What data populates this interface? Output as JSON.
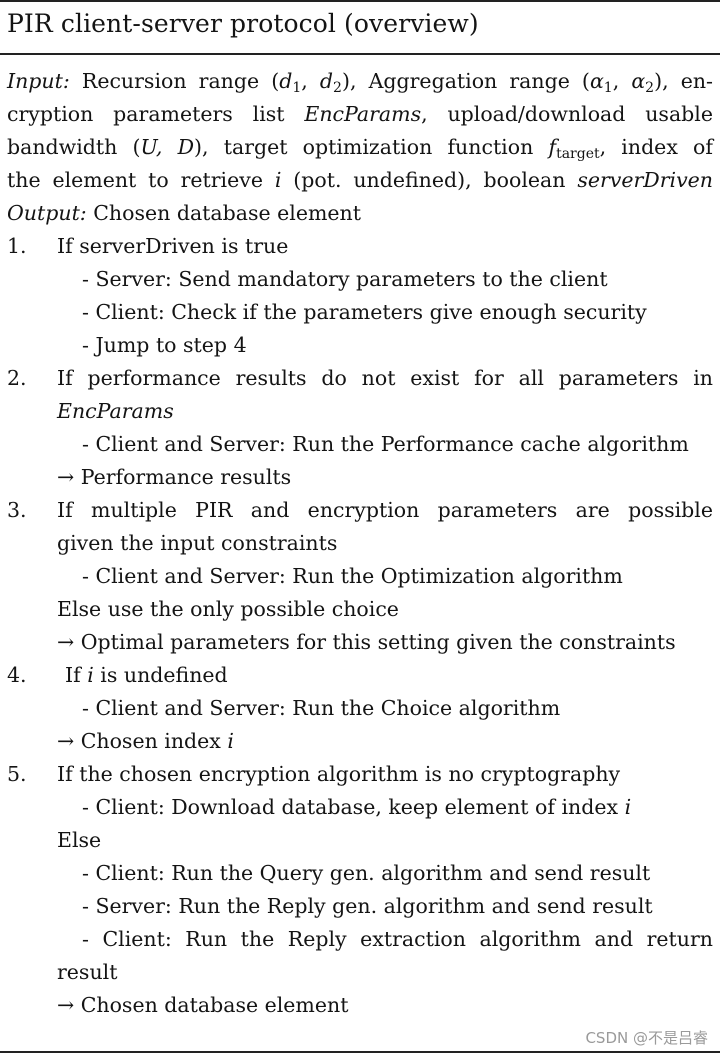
{
  "title": "PIR client-server protocol (overview)",
  "header": {
    "line1": "Input: Recursion range (d1, d2), Aggregation range (α1, α2), en-",
    "line2": "cryption parameters list EncParams, upload/download usable",
    "line3": "bandwidth (U, D), target optimization function ftarget, index of",
    "line4": "the element to retrieve i (pot. undefined), boolean serverDriven",
    "line5": "Output: Chosen database element"
  },
  "steps": [
    {
      "number": "1.",
      "lines": [
        "If serverDriven is true",
        "- Server: Send mandatory parameters to the client",
        "- Client: Check if the parameters give enough security",
        "- Jump to step 4"
      ]
    },
    {
      "number": "2.",
      "lines": [
        "If performance results do not exist for all parameters in",
        "EncParams",
        "- Client and Server: Run the Performance cache algorithm",
        "→ Performance results"
      ]
    },
    {
      "number": "3.",
      "lines": [
        "If multiple PIR and encryption parameters are possible",
        "given the input constraints",
        "- Client and Server: Run the Optimization algorithm",
        "Else use the only possible choice",
        "→ Optimal parameters for this setting given the constraints"
      ]
    },
    {
      "number": "4.",
      "lines": [
        "If i is undefined",
        "- Client and Server: Run the Choice algorithm",
        "→ Chosen index i"
      ]
    },
    {
      "number": "5.",
      "lines": [
        "If the chosen encryption algorithm is no cryptography",
        "- Client: Download database, keep element of index i",
        "Else",
        "- Client: Run the Query gen. algorithm and send result",
        "- Server: Run the Reply gen. algorithm and send result",
        "- Client: Run the Reply extraction algorithm and return",
        "result",
        "→ Chosen database element"
      ]
    }
  ],
  "watermark": "CSDN @不是吕睿"
}
